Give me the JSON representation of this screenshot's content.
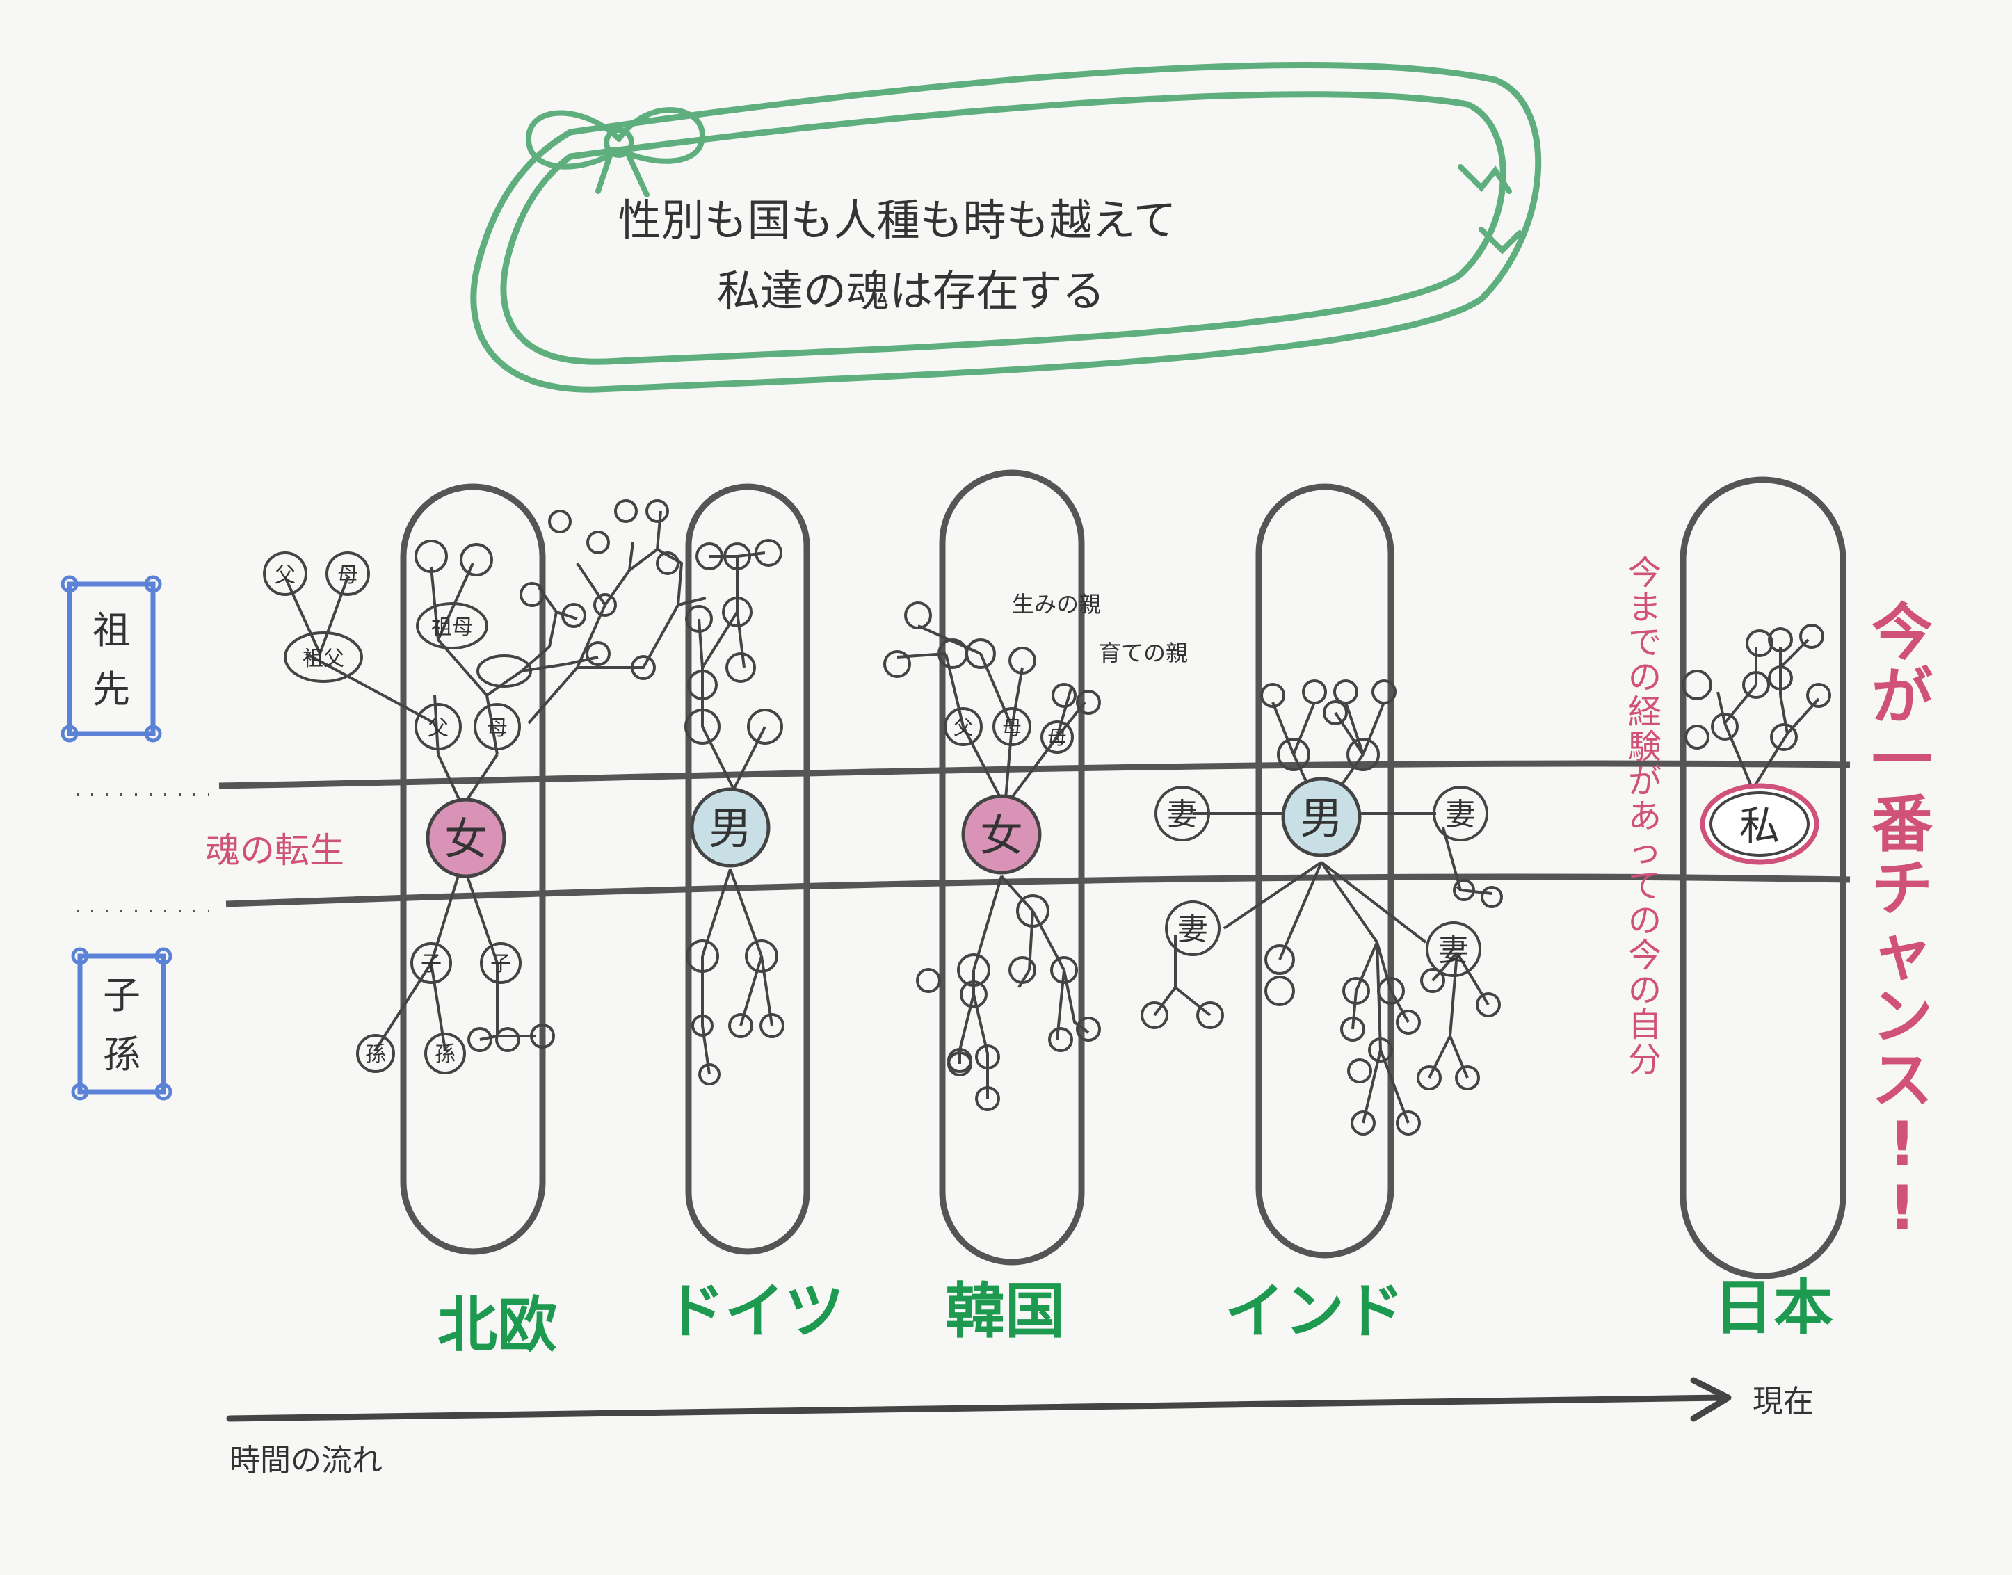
{
  "banner": {
    "line1": "性別も国も人種も時も越えて",
    "line2": "私達の魂は存在する",
    "frame_color": "#5fae7e"
  },
  "side_labels": {
    "ancestors": [
      "祖",
      "先"
    ],
    "descendants": [
      "子",
      "孫"
    ],
    "reincarnation": "魂の転生",
    "box_color": "#5b82d6",
    "pink": "#d0527a"
  },
  "columns": [
    {
      "country": "北欧",
      "self": "女",
      "self_fill": "#d993b7"
    },
    {
      "country": "ドイツ",
      "self": "男",
      "self_fill": "#c9dfe6"
    },
    {
      "country": "韓国",
      "self": "女",
      "self_fill": "#d993b7"
    },
    {
      "country": "インド",
      "self": "男",
      "self_fill": "#c9dfe6"
    },
    {
      "country": "日本",
      "self": "私",
      "self_fill": "#ffffff"
    }
  ],
  "country_color": "#1d9950",
  "nodes": {
    "father": "父",
    "mother": "母",
    "grandfather": "祖父",
    "grandmother": "祖母",
    "child": "子",
    "grandchild": "孫",
    "wife": "妻"
  },
  "korea_notes": {
    "birth_parents": "生みの親",
    "raising_parents": "育ての親"
  },
  "right_note": "今までの経験があっての今の自分",
  "slogan": "今が一番チャンス!!",
  "timeline": {
    "label": "時間の流れ",
    "end_label": "現在"
  }
}
